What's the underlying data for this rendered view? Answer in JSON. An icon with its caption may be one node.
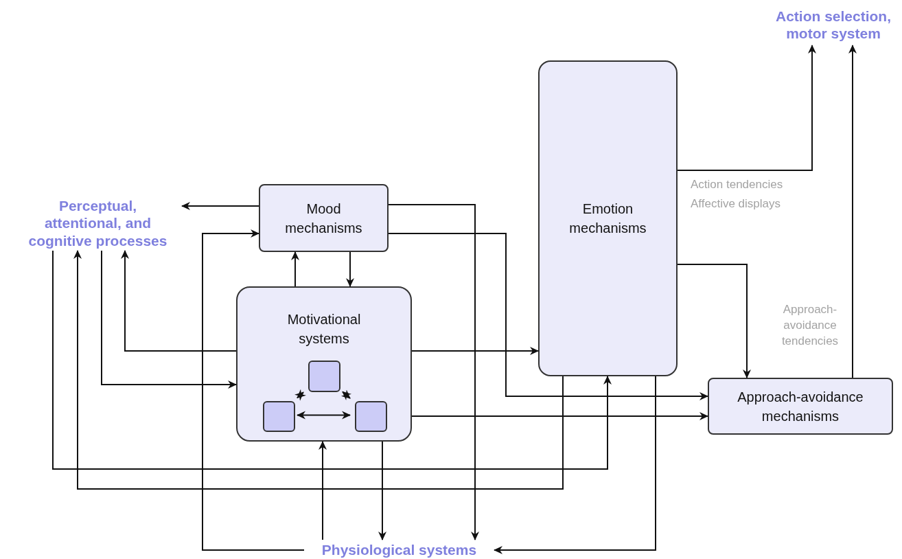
{
  "diagram": {
    "nodes": [
      {
        "text": [
          "Perceptual, attentional, and cognitive processes"
        ]
      },
      {
        "text": [
          "Mood mechanisms"
        ]
      },
      {
        "text": [
          "Motivational systems"
        ]
      },
      {
        "text": [],
        "shape": "box",
        "in": 2
      },
      {
        "text": [],
        "shape": "box",
        "in": 2
      },
      {
        "text": [],
        "shape": "box",
        "in": 2
      },
      {
        "text": [
          "Emotion mechanisms"
        ]
      },
      {
        "text": [
          "Approach-avoidance mechanisms"
        ]
      },
      {
        "text": [
          "Action selection, motor system"
        ]
      },
      {
        "text": [
          "Physiological systems"
        ]
      }
    ],
    "edges": [
      {
        "from": 1,
        "to": 0,
        "arrow": "to"
      },
      {
        "from": 9,
        "to": 1,
        "arrow": "to"
      },
      {
        "from": 1,
        "to": 2,
        "arrow": "to"
      },
      {
        "from": 2,
        "to": 1,
        "arrow": "to"
      },
      {
        "from": 1,
        "to": 9,
        "arrow": "to"
      },
      {
        "from": 1,
        "to": 7,
        "arrow": "to"
      },
      {
        "from": 2,
        "to": 0,
        "arrow": "to"
      },
      {
        "from": 0,
        "to": 2,
        "arrow": "to"
      },
      {
        "from": 2,
        "to": 6,
        "arrow": "to"
      },
      {
        "from": 2,
        "to": 7,
        "arrow": "to"
      },
      {
        "from": 2,
        "to": 9,
        "arrow": "to"
      },
      {
        "from": 9,
        "to": 2,
        "arrow": "to"
      },
      {
        "from": 0,
        "to": 6,
        "arrow": "to"
      },
      {
        "from": 6,
        "to": 0,
        "arrow": "to"
      },
      {
        "from": 6,
        "to": 9,
        "arrow": "to"
      },
      {
        "from": 6,
        "to": 8,
        "arrow": "to"
      },
      {
        "from": 6,
        "to": 7,
        "arrow": "to"
      },
      {
        "from": 7,
        "to": 8,
        "arrow": "to"
      },
      {
        "from": 3,
        "to": 4,
        "arrow": "both"
      },
      {
        "from": 3,
        "to": 5,
        "arrow": "both"
      },
      {
        "from": 4,
        "to": 5,
        "arrow": "both"
      }
    ],
    "labels": [
      "Action tendencies",
      "Affective displays",
      "Approach-avoidance tendencies"
    ]
  }
}
